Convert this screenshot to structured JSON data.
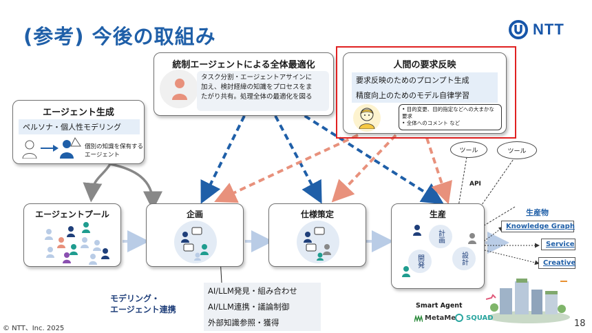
{
  "title": "(参考) 今後の取組み",
  "logo_text": "NTT",
  "orchestrator": {
    "title": "統制エージェントによる全体最適化",
    "description": [
      "タスク分割・エージェントアサインに",
      "加え、検討経緯の知識をプロセスをま",
      "たがり共有。処理全体の最適化を図る"
    ]
  },
  "human": {
    "title": "人間の要求反映",
    "items": [
      "要求反映のためのプロンプト生成",
      "精度向上のためのモデル自律学習"
    ],
    "bubble": [
      "目的変更、目的指定などへの大まかな要求",
      "全体へのコメント など"
    ]
  },
  "agent_gen": {
    "title": "エージェント生成",
    "item": "ペルソナ・個人性モデリング",
    "note": [
      "個別の知識を保有する",
      "エージェント"
    ]
  },
  "stages": {
    "pool": "エージェントプール",
    "plan": "企画",
    "spec": "仕様策定",
    "production": "生産"
  },
  "production_cycle": {
    "plan": "計画",
    "design": "設計",
    "dev": "開発"
  },
  "tools": [
    "ツール",
    "ツール"
  ],
  "api_label": "API",
  "outputs": {
    "title": "生産物",
    "items": [
      "Knowledge Graph",
      "Service",
      "Creative"
    ]
  },
  "modeling_label": [
    "モデリング・",
    "エージェント連携"
  ],
  "modeling_items": [
    "AI/LLM発見・組み合わせ",
    "AI/LLM連携・議論制御",
    "外部知識参照・獲得"
  ],
  "smart_agent": {
    "label": "Smart Agent",
    "brands": [
      "MetaMe",
      "SQUAD"
    ]
  },
  "footer": "© NTT、Inc. 2025",
  "page_number": "18",
  "colors": {
    "blue": "#1f5fa8",
    "salmon": "#e8917c",
    "red": "#e02020",
    "teal": "#1f9c8f"
  }
}
